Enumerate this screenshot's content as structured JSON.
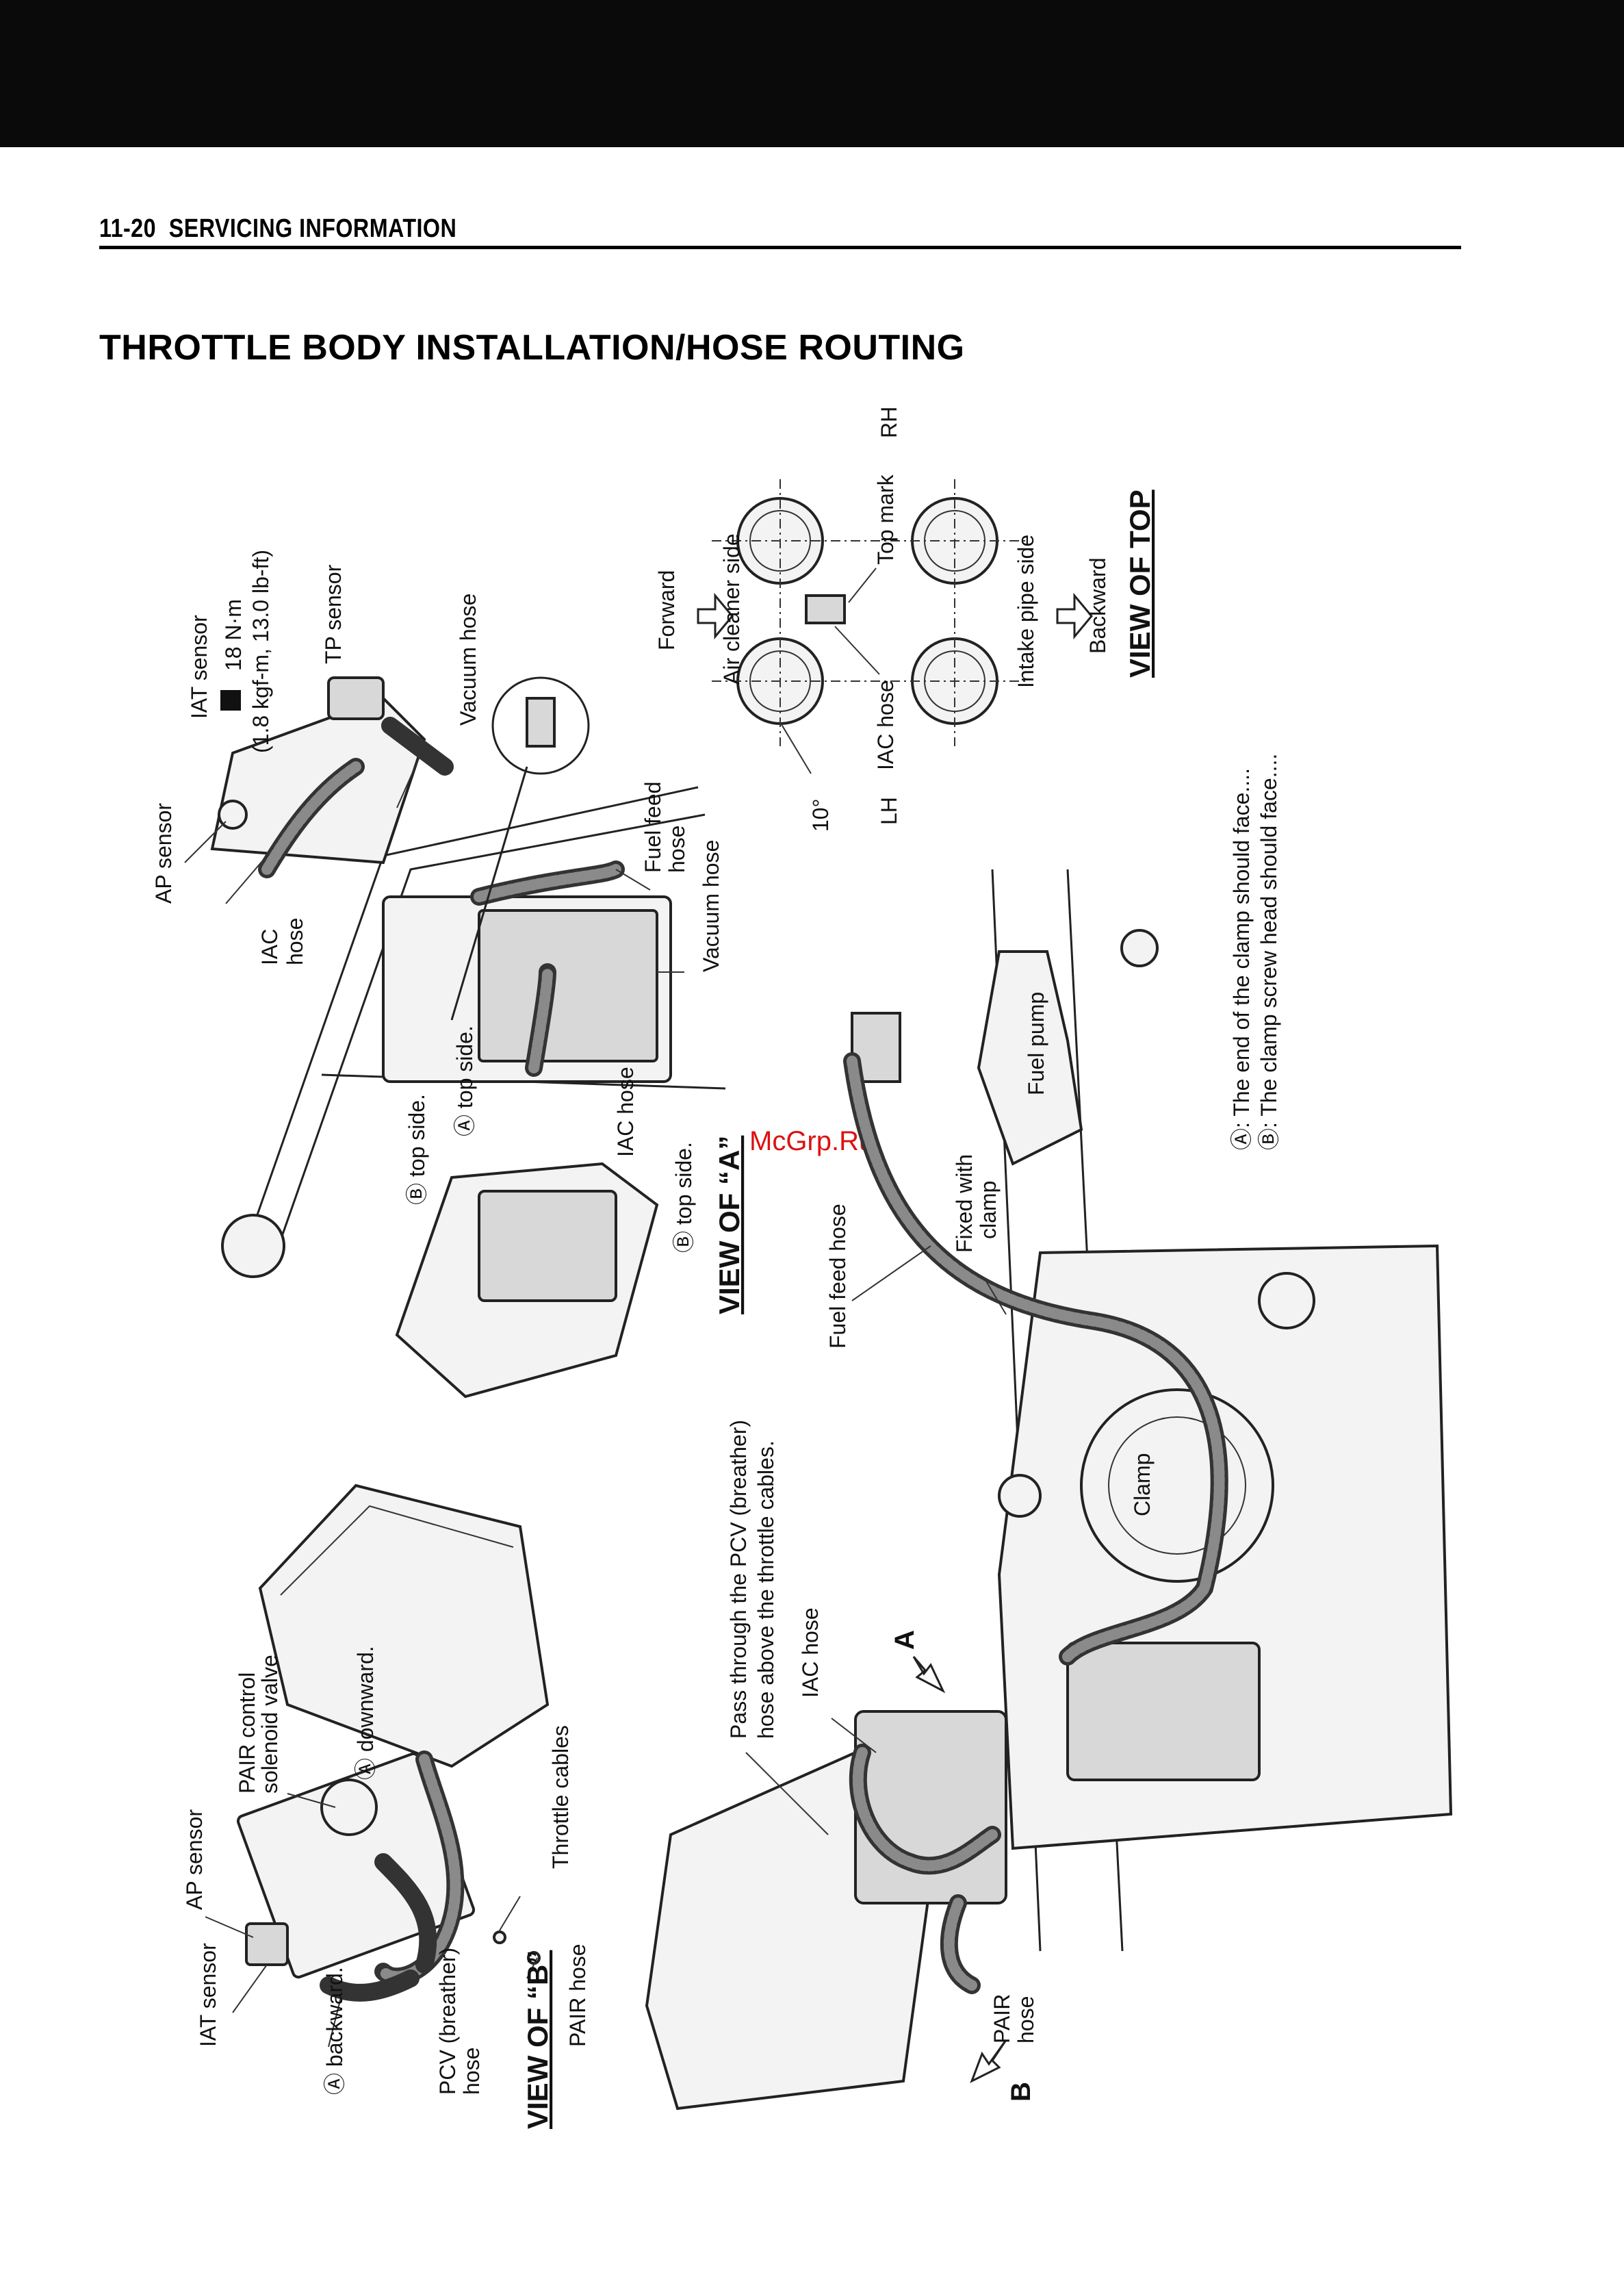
{
  "header": {
    "page_number": "11-20",
    "section": "SERVICING INFORMATION"
  },
  "title": "THROTTLE BODY INSTALLATION/HOSE ROUTING",
  "watermark": "McGrp.Ru",
  "view_top": {
    "title": "VIEW OF TOP",
    "forward": "Forward",
    "backward": "Backward",
    "air_cleaner_side": "Air cleaner side",
    "intake_pipe_side": "Intake pipe side",
    "top_mark": "Top mark",
    "iac_hose": "IAC hose",
    "rh": "RH",
    "lh": "LH",
    "angle": "10°"
  },
  "view_a": {
    "title": "VIEW OF “A”",
    "iat_sensor": "IAT sensor",
    "torque_line1": "18 N·m",
    "torque_line2": "(1.8 kgf-m, 13.0 lb-ft)",
    "tp_sensor": "TP sensor",
    "vacuum_hose_1": "Vacuum hose",
    "ap_sensor": "AP sensor",
    "iac_hose_l1": "IAC",
    "iac_hose_l2": "hose",
    "fuel_feed_hose_l1": "Fuel feed",
    "fuel_feed_hose_l2": "hose",
    "vacuum_hose_2": "Vacuum hose",
    "a_top_side": "Ⓐ top side.",
    "b_top_side_1": "Ⓑ top side.",
    "iac_hose_2": "IAC hose",
    "b_top_side_2": "Ⓑ top side."
  },
  "main": {
    "fuel_pump": "Fuel pump",
    "fixed_with_clamp_l1": "Fixed with",
    "fixed_with_clamp_l2": "clamp",
    "fuel_feed_hose": "Fuel feed hose",
    "clamp": "Clamp",
    "pcv_note_l1": "Pass through the PCV (breather)",
    "pcv_note_l2": "hose above the throttle cables.",
    "iac_hose": "IAC hose",
    "arrow_a": "A",
    "arrow_b": "B",
    "pair_hose_l1": "PAIR",
    "pair_hose_l2": "hose"
  },
  "view_b": {
    "title": "VIEW OF “B”",
    "pair_valve_l1": "PAIR control",
    "pair_valve_l2": "solenoid valve",
    "a_downward": "Ⓐ downward.",
    "throttle_cables": "Throttle cables",
    "ap_sensor": "AP sensor",
    "iat_sensor": "IAT sensor",
    "a_backward": "Ⓐ backward.",
    "pcv_hose_l1": "PCV (breather)",
    "pcv_hose_l2": "hose",
    "pair_hose": "PAIR hose"
  },
  "notes": {
    "a_note": "Ⓐ: The end of the clamp should face....",
    "b_note": "Ⓑ: The clamp screw head should face...."
  }
}
